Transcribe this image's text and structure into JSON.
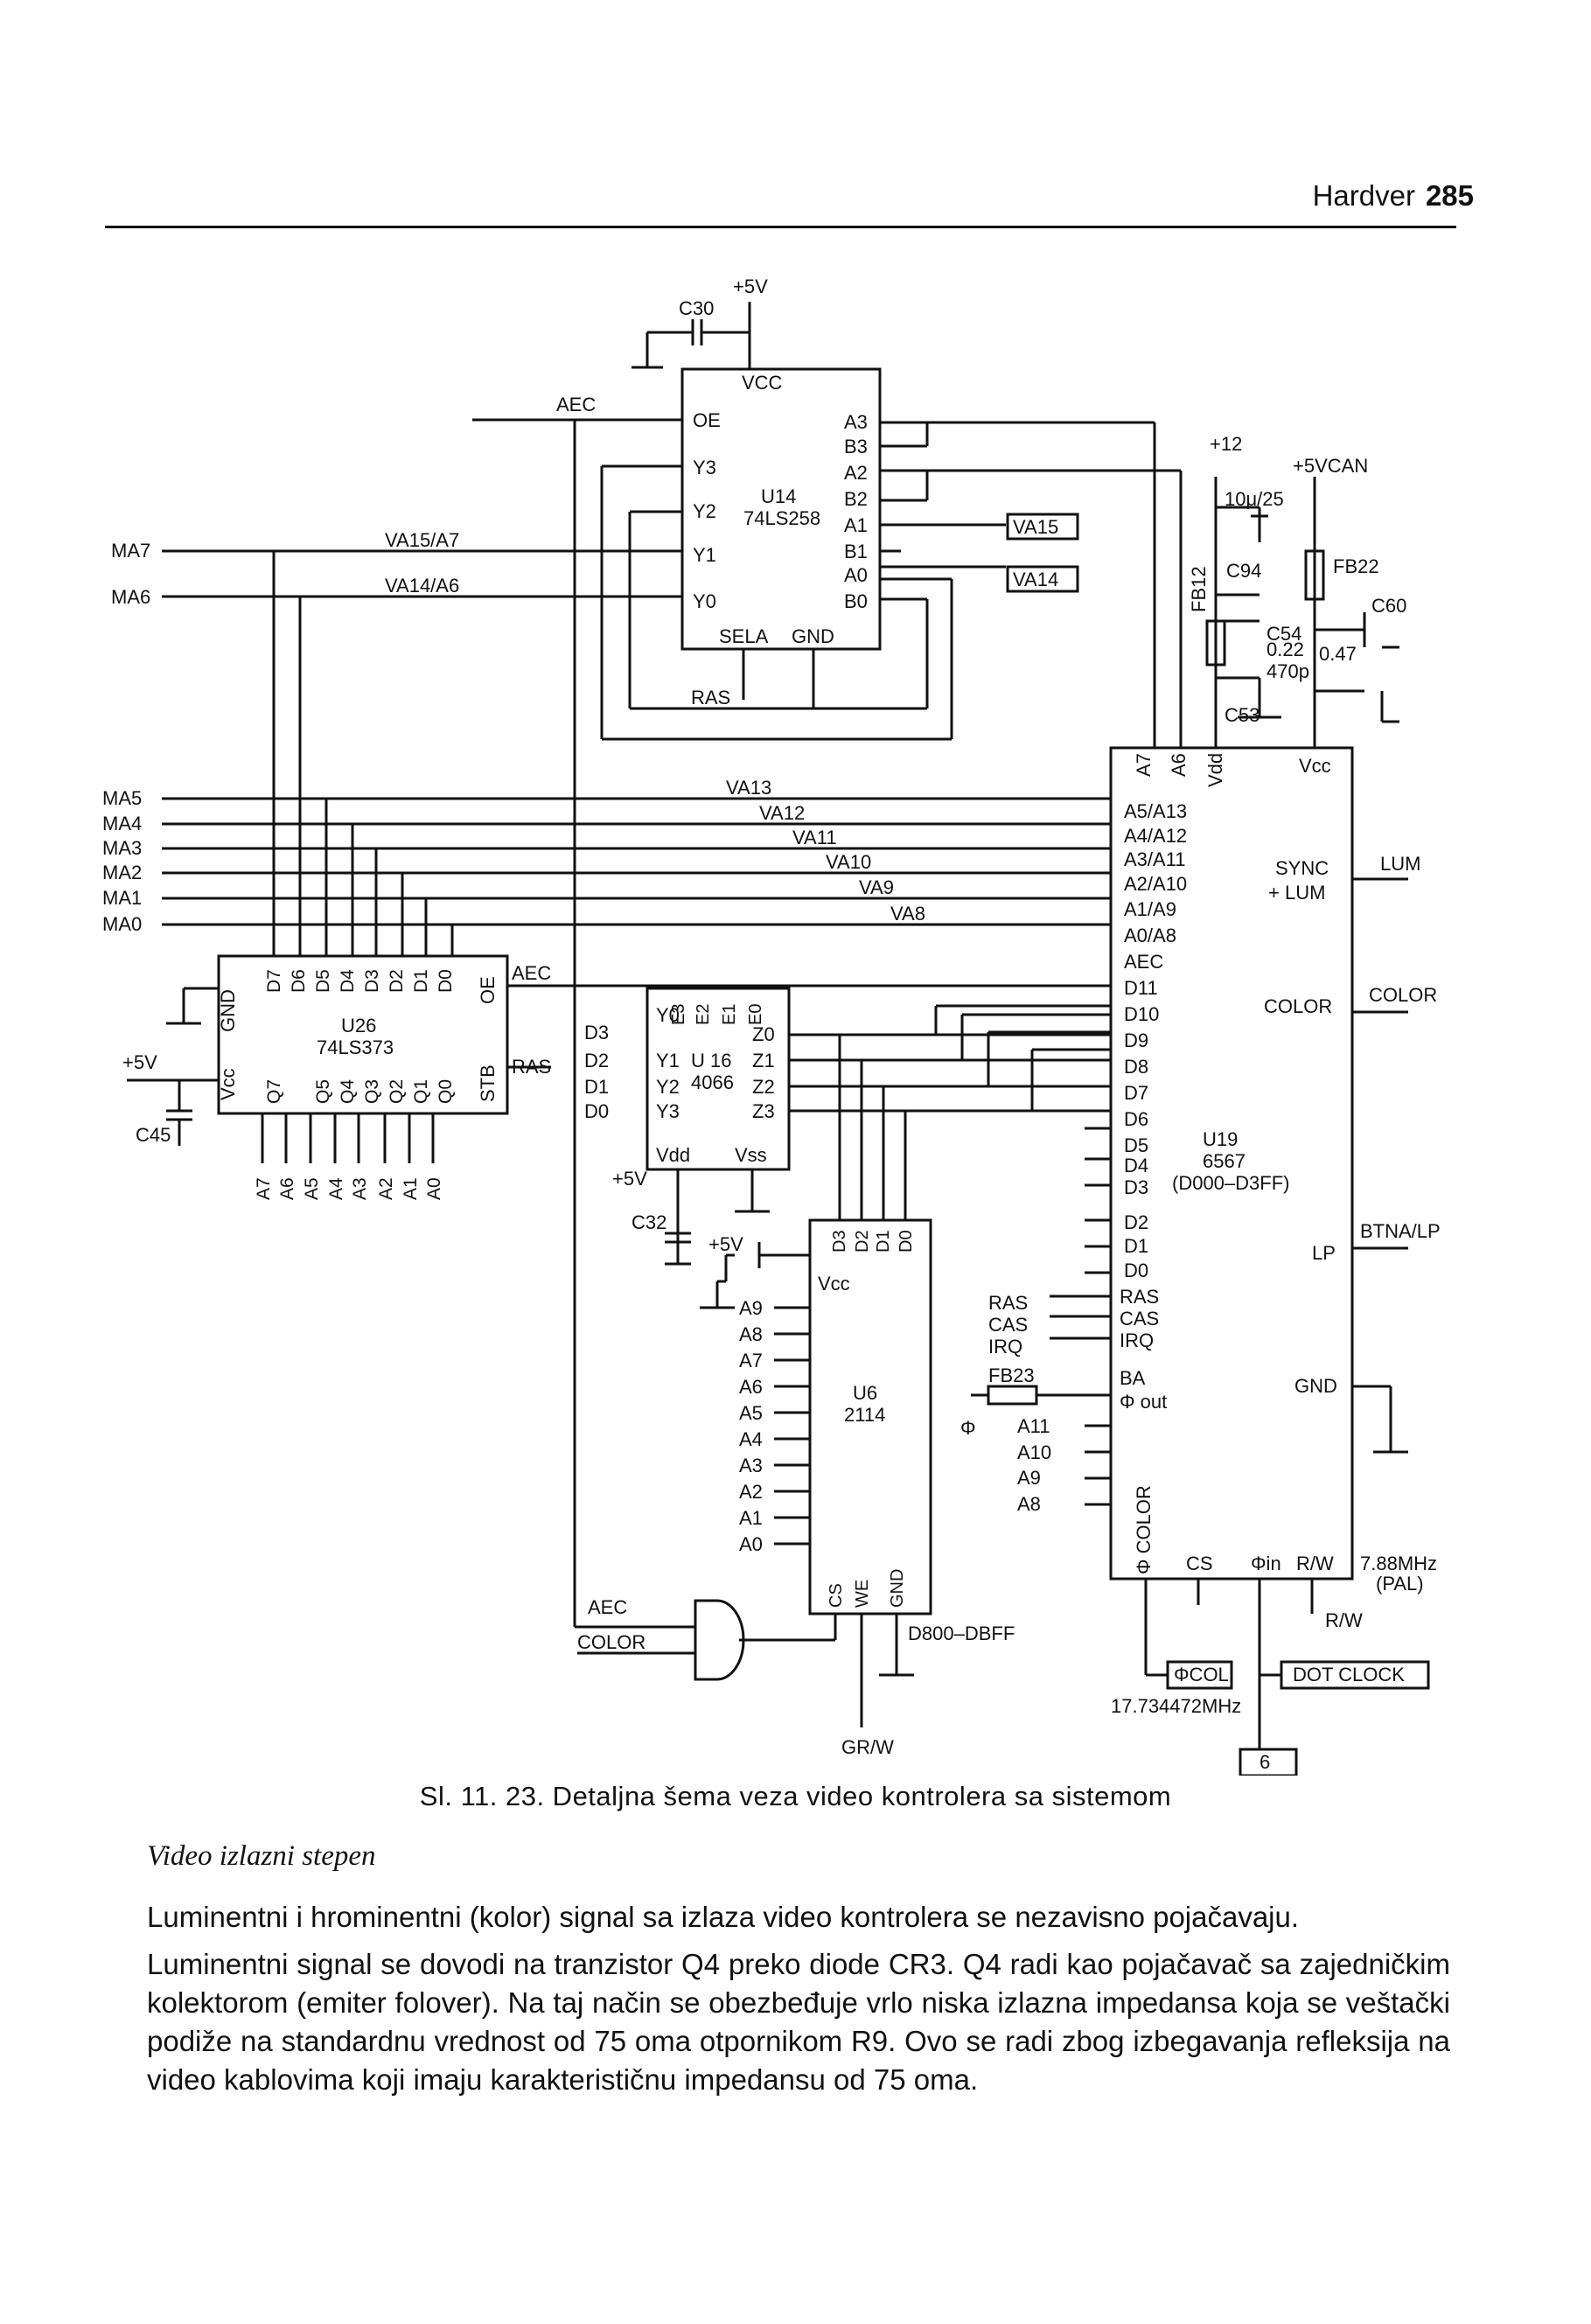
{
  "header": {
    "section": "Hardver",
    "page_number": "285"
  },
  "schematic": {
    "power": {
      "plus5v": "+5V",
      "plus12": "+12",
      "plus5vcan": "+5VCAN"
    },
    "caps": {
      "c30": "C30",
      "c45": "C45",
      "c32": "C32",
      "c94": "C94",
      "c54": "C54",
      "c53": "C53",
      "c60": "C60",
      "v10_25": "10μ/25",
      "v022": "0.22",
      "v047": "0.47",
      "v470p": "470p"
    },
    "ferrites": {
      "fb12": "FB12",
      "fb22": "FB22",
      "fb23": "FB23"
    },
    "u14": {
      "ref": "U14",
      "part": "74LS258",
      "vcc": "VCC",
      "oe": "OE",
      "y3": "Y3",
      "y2": "Y2",
      "y1": "Y1",
      "y0": "Y0",
      "a3": "A3",
      "b3": "B3",
      "a2": "A2",
      "b2": "B2",
      "a1": "A1",
      "b1": "B1",
      "a0": "A0",
      "b0": "B0",
      "sela": "SELA",
      "gnd": "GND",
      "ras": "RAS",
      "va15": "VA15",
      "va14": "VA14"
    },
    "buses": {
      "aec": "AEC",
      "ma7": "MA7",
      "ma6": "MA6",
      "va15a7": "VA15/A7",
      "va14a6": "VA14/A6",
      "ma5": "MA5",
      "ma4": "MA4",
      "ma3": "MA3",
      "ma2": "MA2",
      "ma1": "MA1",
      "ma0": "MA0",
      "va13": "VA13",
      "va12": "VA12",
      "va11": "VA11",
      "va10": "VA10",
      "va9": "VA9",
      "va8": "VA8"
    },
    "u26": {
      "ref": "U26",
      "part": "74LS373",
      "gnd": "GND",
      "vcc": "Vcc",
      "oe": "OE",
      "stb": "STB",
      "d_pins": [
        "D7",
        "D6",
        "D5",
        "D4",
        "D3",
        "D2",
        "D1",
        "D0"
      ],
      "q_pins": [
        "Q7",
        "Q5",
        "Q4",
        "Q3",
        "Q2",
        "Q1",
        "Q0"
      ],
      "a_pins": [
        "A7",
        "A6",
        "A5",
        "A4",
        "A3",
        "A2",
        "A1",
        "A0"
      ],
      "aec": "AEC",
      "ras": "RAS"
    },
    "u16": {
      "ref": "U 16",
      "part": "4066",
      "e_pins": [
        "E3",
        "E2",
        "E1",
        "E0"
      ],
      "y_pins": [
        "Y0",
        "Y1",
        "Y2",
        "Y3"
      ],
      "z_pins": [
        "Z0",
        "Z1",
        "Z2",
        "Z3"
      ],
      "vdd": "Vdd",
      "vss": "Vss",
      "d_in": [
        "D3",
        "D2",
        "D1",
        "D0"
      ]
    },
    "u6": {
      "ref": "U6",
      "part": "2114",
      "vcc": "Vcc",
      "addr": [
        "A9",
        "A8",
        "A7",
        "A6",
        "A5",
        "A4",
        "A3",
        "A2",
        "A1",
        "A0"
      ],
      "d_pins": [
        "D3",
        "D2",
        "D1",
        "D0"
      ],
      "cs": "CS",
      "we": "WE",
      "gnd": "GND",
      "range": "D800–DBFF",
      "aec": "AEC",
      "color": "COLOR",
      "grw": "GR/W"
    },
    "u19": {
      "ref": "U19",
      "part": "6567",
      "range": "(D000–D3FF)",
      "a7": "A7",
      "a6": "A6",
      "vdd": "Vdd",
      "vcc": "Vcc",
      "addr_pins": [
        "A5/A13",
        "A4/A12",
        "A3/A11",
        "A2/A10",
        "A1/A9",
        "A0/A8"
      ],
      "aec": "AEC",
      "d_pins": [
        "D11",
        "D10",
        "D9",
        "D8",
        "D7",
        "D6",
        "D5",
        "D4",
        "D3",
        "D2",
        "D1",
        "D0"
      ],
      "ras": "RAS",
      "cas": "CAS",
      "irq": "IRQ",
      "ba": "BA",
      "phi_out": "Φ out",
      "a_low": [
        "A11",
        "A10",
        "A9",
        "A8"
      ],
      "phi_color": "Φ COLOR",
      "cs": "CS",
      "phi_in": "Φin",
      "rw": "R/W",
      "sync_lum": "SYNC",
      "plus_lum": "+ LUM",
      "color": "COLOR",
      "lp": "LP",
      "gnd": "GND",
      "lum_out": "LUM",
      "color_out": "COLOR",
      "btna": "BTNA/LP",
      "freq_pal": "7.88MHz",
      "pal": "(PAL)",
      "rw_out": "R/W",
      "phicol": "ΦCOL",
      "freq_col": "17.734472MHz",
      "dot_clock": "DOT CLOCK",
      "six": "6",
      "ras_ext": "RAS",
      "cas_ext": "CAS",
      "irq_ext": "IRQ",
      "phi": "Φ"
    }
  },
  "caption": "Sl. 11. 23. Detaljna šema veza video kontrolera sa sistemom",
  "section_title": "Video izlazni stepen",
  "paragraphs": [
    "Luminentni i hrominentni (kolor) signal sa izlaza video kontrolera se nezavisno pojačavaju.",
    "Luminentni signal se dovodi na tranzistor Q4 preko diode CR3. Q4 radi kao pojačavač sa zajedničkim kolektorom (emiter folover). Na taj način se obezbeđuje vrlo niska izlazna impedansa koja se veštački podiže na standardnu vrednost od 75 oma otpornikom R9. Ovo se radi zbog izbegavanja refleksija na video kablovima koji imaju karakterističnu impedansu od 75 oma."
  ]
}
